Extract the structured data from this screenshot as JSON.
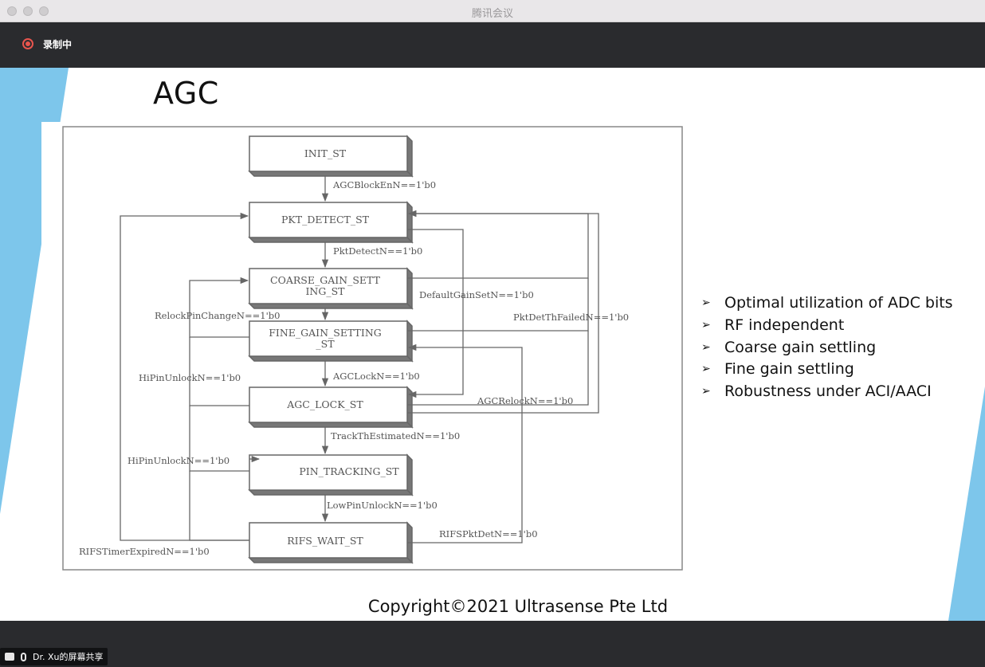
{
  "window": {
    "title": "腾讯会议"
  },
  "recording": {
    "label": "录制中"
  },
  "slide": {
    "title": "AGC",
    "bullets": [
      "Optimal utilization of ADC bits",
      "RF independent",
      "Coarse gain settling",
      "Fine gain settling",
      "Robustness under ACI/AACI"
    ],
    "copyright": "Copyright©2021 Ultrasense Pte Ltd"
  },
  "diagram": {
    "states": {
      "init": "INIT_ST",
      "pkt_detect": "PKT_DETECT_ST",
      "coarse_line1": "COARSE_GAIN_SETT",
      "coarse_line2": "ING_ST",
      "fine_line1": "FINE_GAIN_SETTING",
      "fine_line2": "_ST",
      "agc_lock": "AGC_LOCK_ST",
      "pin_tracking": "PIN_TRACKING_ST",
      "rifs_wait": "RIFS_WAIT_ST"
    },
    "transitions": {
      "agc_block_en": "AGCBlockEnN==1'b0",
      "pkt_detect": "PktDetectN==1'b0",
      "default_gain_set": "DefaultGainSetN==1'b0",
      "relock_pin_change": "RelockPinChangeN==1'b0",
      "pkt_det_th_failed": "PktDetThFailedN==1'b0",
      "hi_pin_unlock_1": "HiPinUnlockN==1'b0",
      "agc_lock": "AGCLockN==1'b0",
      "agc_relock": "AGCRelockN==1'b0",
      "track_th_estimated": "TrackThEstimatedN==1'b0",
      "hi_pin_unlock_2": "HiPinUnlockN==1'b0",
      "low_pin_unlock": "LowPinUnlockN==1'b0",
      "rifs_pkt_det": "RIFSPktDetN==1'b0",
      "rifs_timer_expired": "RIFSTimerExpiredN==1'b0"
    }
  },
  "share": {
    "label": "Dr. Xu的屏幕共享"
  }
}
